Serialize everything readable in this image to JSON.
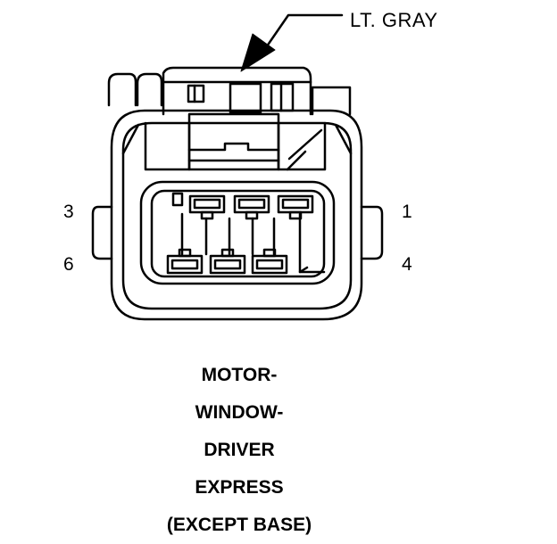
{
  "connector": {
    "color_label": "LT. GRAY",
    "pins": {
      "pin_3": "3",
      "pin_6": "6",
      "pin_1": "1",
      "pin_4": "4"
    }
  },
  "title": {
    "lines": [
      "MOTOR-",
      "WINDOW-",
      "DRIVER",
      "EXPRESS",
      "(EXCEPT BASE)"
    ]
  },
  "colors": {
    "line": "#000000",
    "background": "#ffffff"
  }
}
